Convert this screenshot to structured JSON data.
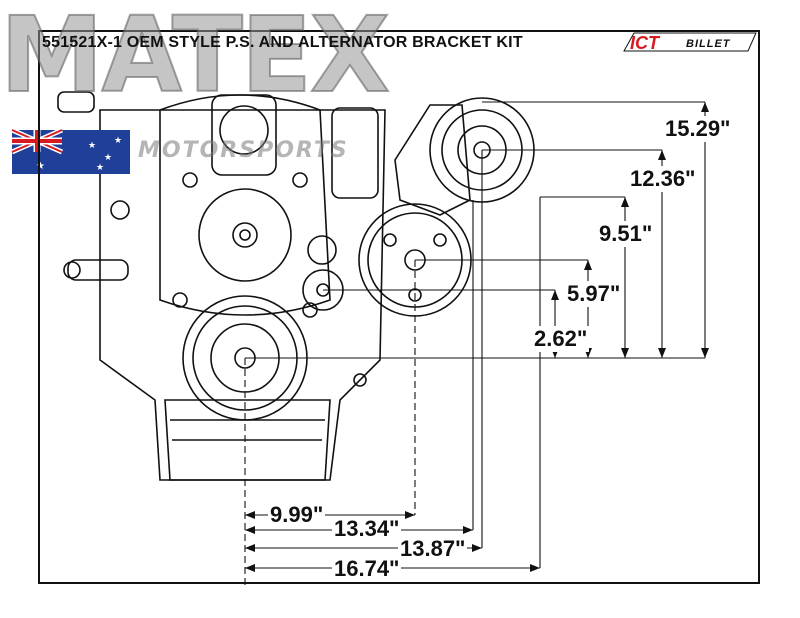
{
  "title": "551521X-1 OEM STYLE P.S. AND ALTERNATOR BRACKET KIT",
  "watermark": {
    "text": "MATEX",
    "subtitle": "MOTORSPORTS"
  },
  "logo": {
    "text": "ICT",
    "subtext": "BILLET",
    "color": "#d71920"
  },
  "flag_icon": "australian-flag-icon",
  "dimensions": {
    "vertical": [
      "15.29\"",
      "12.36\"",
      "9.51\"",
      "5.97\"",
      "2.62\""
    ],
    "horizontal": [
      "9.99\"",
      "13.34\"",
      "13.87\"",
      "16.74\""
    ]
  }
}
